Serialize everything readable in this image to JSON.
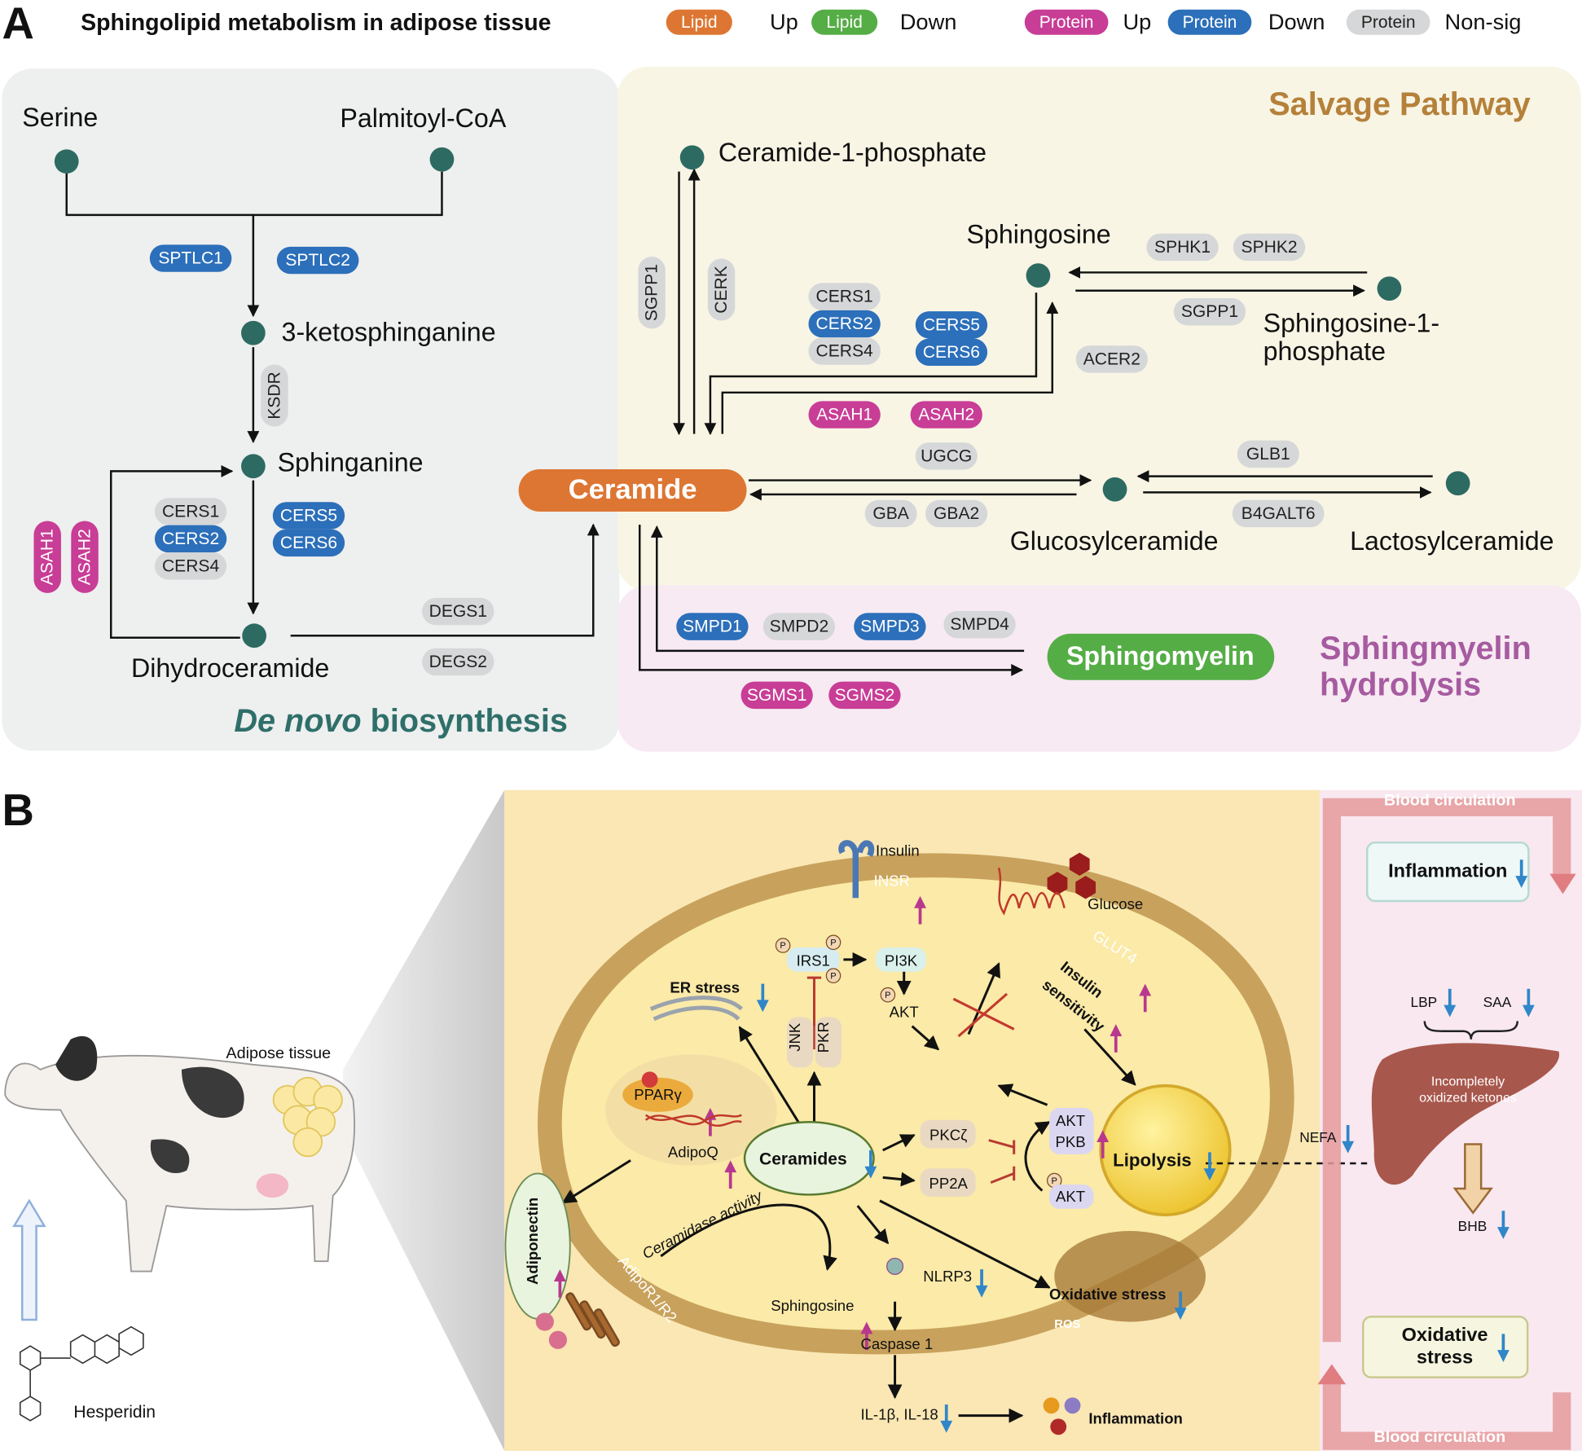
{
  "colors": {
    "lipid_up": "#dd7632",
    "lipid_down": "#55ad46",
    "protein_up": "#c83d96",
    "protein_down": "#2c6fba",
    "protein_nonsig": "#d6d7d8",
    "metabolite_node": "#2d6a62",
    "arrow_up": "#b8388e",
    "arrow_down": "#2f86c9"
  },
  "panel_a": {
    "letter": "A",
    "title": "Sphingolipid metabolism in adipose tissue",
    "legend": [
      {
        "pill": "Lipid",
        "label": "Up",
        "status": "lipid_up"
      },
      {
        "pill": "Lipid",
        "label": "Down",
        "status": "lipid_down"
      },
      {
        "pill": "Protein",
        "label": "Up",
        "status": "up"
      },
      {
        "pill": "Protein",
        "label": "Down",
        "status": "down"
      },
      {
        "pill": "Protein",
        "label": "Non-sig",
        "status": "ns"
      }
    ],
    "sections": {
      "de_novo_italic": "De novo",
      "de_novo_rest": " biosynthesis",
      "salvage": "Salvage Pathway",
      "sm_line1": "Sphingmyelin",
      "sm_line2": "hydrolysis"
    },
    "metabolites": {
      "serine": "Serine",
      "palmitoyl_coa": "Palmitoyl-CoA",
      "ketosphinganine": "3-ketosphinganine",
      "sphinganine": "Sphinganine",
      "dihydroceramide": "Dihydroceramide",
      "ceramide": "Ceramide",
      "c1p": "Ceramide-1-phosphate",
      "sphingosine": "Sphingosine",
      "s1p_line1": "Sphingosine-1-",
      "s1p_line2": "phosphate",
      "glucosylceramide": "Glucosylceramide",
      "lactosylceramide": "Lactosylceramide",
      "sphingomyelin": "Sphingomyelin"
    },
    "enzymes": [
      {
        "label": "SPTLC1",
        "status": "down"
      },
      {
        "label": "SPTLC2",
        "status": "down"
      },
      {
        "label": "KSDR",
        "status": "ns"
      },
      {
        "label": "CERS1",
        "status": "ns"
      },
      {
        "label": "CERS2",
        "status": "down"
      },
      {
        "label": "CERS4",
        "status": "ns"
      },
      {
        "label": "CERS5",
        "status": "down"
      },
      {
        "label": "CERS6",
        "status": "down"
      },
      {
        "label": "ASAH1",
        "status": "up"
      },
      {
        "label": "ASAH2",
        "status": "up"
      },
      {
        "label": "DEGS1",
        "status": "ns"
      },
      {
        "label": "DEGS2",
        "status": "ns"
      },
      {
        "label": "SGPP1",
        "status": "ns"
      },
      {
        "label": "CERK",
        "status": "ns"
      },
      {
        "label": "CERS1",
        "status": "ns"
      },
      {
        "label": "CERS2",
        "status": "down"
      },
      {
        "label": "CERS4",
        "status": "ns"
      },
      {
        "label": "CERS5",
        "status": "down"
      },
      {
        "label": "CERS6",
        "status": "down"
      },
      {
        "label": "ASAH1",
        "status": "up"
      },
      {
        "label": "ASAH2",
        "status": "up"
      },
      {
        "label": "ACER2",
        "status": "ns"
      },
      {
        "label": "SPHK1",
        "status": "ns"
      },
      {
        "label": "SPHK2",
        "status": "ns"
      },
      {
        "label": "SGPP1",
        "status": "ns"
      },
      {
        "label": "UGCG",
        "status": "ns"
      },
      {
        "label": "GBA",
        "status": "ns"
      },
      {
        "label": "GBA2",
        "status": "ns"
      },
      {
        "label": "GLB1",
        "status": "ns"
      },
      {
        "label": "B4GALT6",
        "status": "ns"
      },
      {
        "label": "SMPD1",
        "status": "down"
      },
      {
        "label": "SMPD2",
        "status": "ns"
      },
      {
        "label": "SMPD3",
        "status": "down"
      },
      {
        "label": "SMPD4",
        "status": "ns"
      },
      {
        "label": "SGMS1",
        "status": "up"
      },
      {
        "label": "SGMS2",
        "status": "up"
      }
    ]
  },
  "panel_b": {
    "letter": "B",
    "adipose_tissue": "Adipose tissue",
    "hesperidin": "Hesperidin",
    "cell": {
      "insulin": "Insulin",
      "insr": "INSR",
      "glucose": "Glucose",
      "glut4": "GLUT4",
      "er_stress": "ER stress",
      "irs1": "IRS1",
      "pi3k": "PI3K",
      "akt_top": "AKT",
      "phospho": "P",
      "jnk": "JNK",
      "pkr": "PKR",
      "insulin_sensitivity_1": "Insulin",
      "insulin_sensitivity_2": "sensitivity",
      "ppar": "PPARγ",
      "adipoq": "AdipoQ",
      "ceramides": "Ceramides",
      "pkcz": "PKCζ",
      "pp2a": "PP2A",
      "akt_mid": "AKT",
      "pkb": "PKB",
      "akt_low": "AKT",
      "lipolysis": "Lipolysis",
      "adiponectin": "Adiponectin",
      "adipor": "AdipoR1/R2",
      "ceramidase": "Ceramidase activity",
      "sphingosine": "Sphingosine",
      "nlrp3": "NLRP3",
      "caspase1": "Caspase 1",
      "oxidative_stress": "Oxidative stress",
      "ros": "ROS",
      "il": "IL-1β, IL-18",
      "inflammation": "Inflammation"
    },
    "systemic": {
      "blood_top": "Blood circulation",
      "blood_bottom": "Blood circulation",
      "inflammation": "Inflammation",
      "lbp": "LBP",
      "saa": "SAA",
      "liver_1": "Incompletely",
      "liver_2": "oxidized ketones",
      "nefa": "NEFA",
      "bhb": "BHB",
      "oxidative_1": "Oxidative",
      "oxidative_2": "stress"
    }
  }
}
